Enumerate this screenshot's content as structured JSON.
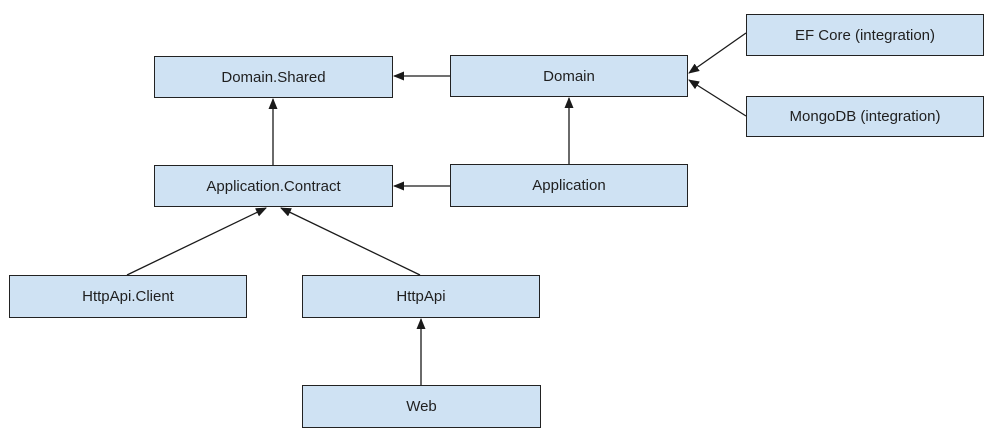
{
  "diagram": {
    "type": "dependency-diagram",
    "nodes": [
      {
        "id": "domain-shared",
        "label": "Domain.Shared"
      },
      {
        "id": "domain",
        "label": "Domain"
      },
      {
        "id": "ef-core",
        "label": "EF Core (integration)"
      },
      {
        "id": "mongodb",
        "label": "MongoDB (integration)"
      },
      {
        "id": "application-contract",
        "label": "Application.Contract"
      },
      {
        "id": "application",
        "label": "Application"
      },
      {
        "id": "httpapi-client",
        "label": "HttpApi.Client"
      },
      {
        "id": "httpapi",
        "label": "HttpApi"
      },
      {
        "id": "web",
        "label": "Web"
      }
    ],
    "edges": [
      {
        "from": "Domain",
        "to": "Domain.Shared"
      },
      {
        "from": "EF Core (integration)",
        "to": "Domain"
      },
      {
        "from": "MongoDB (integration)",
        "to": "Domain"
      },
      {
        "from": "Application.Contract",
        "to": "Domain.Shared"
      },
      {
        "from": "Application",
        "to": "Application.Contract"
      },
      {
        "from": "Application",
        "to": "Domain"
      },
      {
        "from": "HttpApi.Client",
        "to": "Application.Contract"
      },
      {
        "from": "HttpApi",
        "to": "Application.Contract"
      },
      {
        "from": "Web",
        "to": "HttpApi"
      }
    ],
    "colors": {
      "background": "#ffffff",
      "node_fill": "#cfe2f3",
      "node_border": "#222222",
      "arrow": "#1a1a1a",
      "text": "#1f1f1f"
    }
  }
}
